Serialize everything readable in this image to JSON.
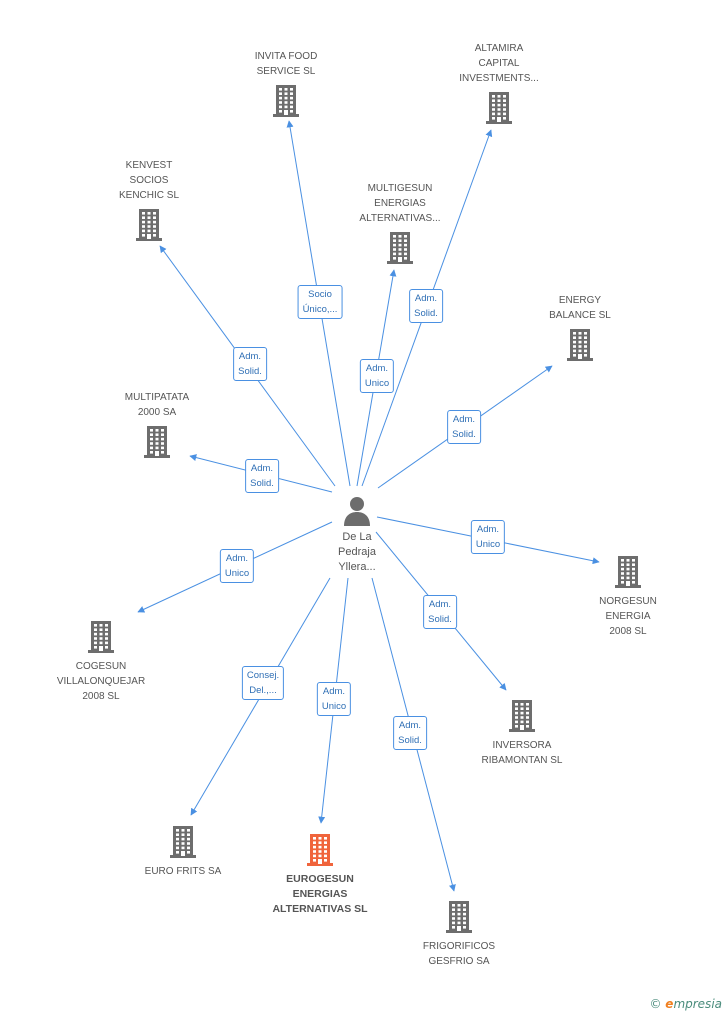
{
  "center": {
    "name": "De La\nPedraja\nYllera..."
  },
  "nodes": [
    {
      "id": "invita",
      "name": "INVITA FOOD\nSERVICE SL",
      "highlight": false
    },
    {
      "id": "altamira",
      "name": "ALTAMIRA\nCAPITAL\nINVESTMENTS...",
      "highlight": false
    },
    {
      "id": "kenvest",
      "name": "KENVEST\nSOCIOS\nKENCHIC SL",
      "highlight": false
    },
    {
      "id": "multigesun",
      "name": "MULTIGESUN\nENERGIAS\nALTERNATIVAS...",
      "highlight": false
    },
    {
      "id": "energy",
      "name": "ENERGY\nBALANCE SL",
      "highlight": false
    },
    {
      "id": "multipatata",
      "name": "MULTIPATATA\n2000 SA",
      "highlight": false
    },
    {
      "id": "norgesun",
      "name": "NORGESUN\nENERGIA\n2008 SL",
      "highlight": false
    },
    {
      "id": "cogesun",
      "name": "COGESUN\nVILLALONQUEJAR\n2008 SL",
      "highlight": false
    },
    {
      "id": "inversora",
      "name": "INVERSORA\nRIBAMONTAN SL",
      "highlight": false
    },
    {
      "id": "eurofrits",
      "name": "EURO FRITS SA",
      "highlight": false
    },
    {
      "id": "eurogesun",
      "name": "EUROGESUN\nENERGIAS\nALTERNATIVAS SL",
      "highlight": true
    },
    {
      "id": "frigorificos",
      "name": "FRIGORIFICOS\nGESFRIO SA",
      "highlight": false
    }
  ],
  "edges": [
    {
      "target": "invita",
      "label": "Socio\nÚnico,..."
    },
    {
      "target": "altamira",
      "label": "Adm.\nSolid."
    },
    {
      "target": "kenvest",
      "label": "Adm.\nSolid."
    },
    {
      "target": "multigesun",
      "label": "Adm.\nUnico"
    },
    {
      "target": "energy",
      "label": "Adm.\nSolid."
    },
    {
      "target": "multipatata",
      "label": "Adm.\nSolid."
    },
    {
      "target": "norgesun",
      "label": "Adm.\nUnico"
    },
    {
      "target": "cogesun",
      "label": "Adm.\nUnico"
    },
    {
      "target": "inversora",
      "label": "Adm.\nSolid."
    },
    {
      "target": "eurofrits",
      "label": "Consej.\nDel.,..."
    },
    {
      "target": "eurogesun",
      "label": "Adm.\nUnico"
    },
    {
      "target": "frigorificos",
      "label": "Adm.\nSolid."
    }
  ],
  "colors": {
    "edge": "#4a90e2",
    "building": "#6d6d6d",
    "highlight": "#f0643c",
    "person": "#6d6d6d"
  },
  "footer": {
    "copyright": "©",
    "brand_e": "e",
    "brand_rest": "mpresia"
  }
}
